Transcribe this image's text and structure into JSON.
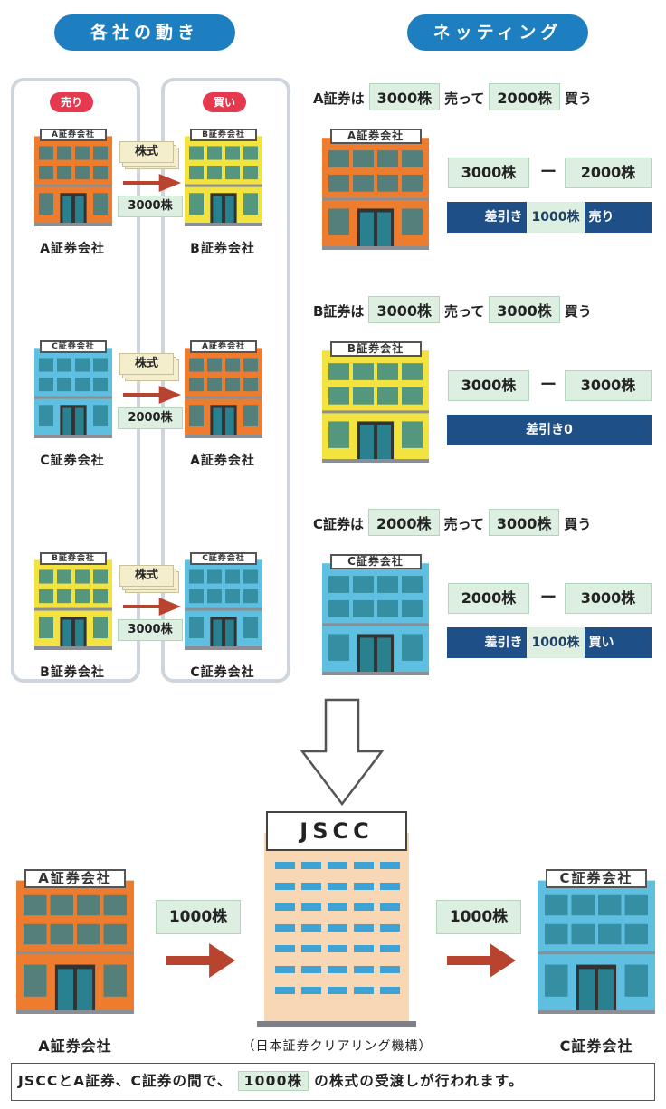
{
  "headers": {
    "left": "各社の動き",
    "right": "ネッティング"
  },
  "left_col": {
    "sell_tag": "売り",
    "buy_tag": "買い"
  },
  "moves": [
    {
      "from_sign": "A証券会社",
      "from_name": "A証券会社",
      "to_sign": "B証券会社",
      "to_name": "B証券会社",
      "paper": "株式",
      "qty": "3000株"
    },
    {
      "from_sign": "C証券会社",
      "from_name": "C証券会社",
      "to_sign": "A証券会社",
      "to_name": "A証券会社",
      "paper": "株式",
      "qty": "2000株"
    },
    {
      "from_sign": "B証券会社",
      "from_name": "B証券会社",
      "to_sign": "C証券会社",
      "to_name": "C証券会社",
      "paper": "株式",
      "qty": "3000株"
    }
  ],
  "netting": [
    {
      "who": "A証券は",
      "sell_qty": "3000株",
      "sell_word": "売って",
      "buy_qty": "2000株",
      "buy_word": "買う",
      "sign": "A証券会社",
      "lhs": "3000株",
      "minus": "ー",
      "rhs": "2000株",
      "result_pre": "差引き",
      "result_qty": "1000株",
      "result_post": "売り"
    },
    {
      "who": "B証券は",
      "sell_qty": "3000株",
      "sell_word": "売って",
      "buy_qty": "3000株",
      "buy_word": "買う",
      "sign": "B証券会社",
      "lhs": "3000株",
      "minus": "ー",
      "rhs": "3000株",
      "result_pre": "差引き0",
      "result_qty": "",
      "result_post": ""
    },
    {
      "who": "C証券は",
      "sell_qty": "2000株",
      "sell_word": "売って",
      "buy_qty": "3000株",
      "buy_word": "買う",
      "sign": "C証券会社",
      "lhs": "2000株",
      "minus": "ー",
      "rhs": "3000株",
      "result_pre": "差引き",
      "result_qty": "1000株",
      "result_post": "買い"
    }
  ],
  "bottom": {
    "left_sign": "A証券会社",
    "left_name": "A証券会社",
    "jscc_sign": "JSCC",
    "jscc_name": "（日本証券クリアリング機構）",
    "right_sign": "C証券会社",
    "right_name": "C証券会社",
    "left_qty": "1000株",
    "right_qty": "1000株"
  },
  "caption": {
    "pre": "JSCCとA証券、C証券の間で、",
    "qty": "1000株",
    "post": "の株式の受渡しが行われます。"
  },
  "colors": {
    "orange": "#ee7c2f",
    "yellow": "#f2e340",
    "blue": "#5fbfe0",
    "navy": "#1e4f86",
    "pill": "#1e7fc0",
    "red_tag": "#e53950",
    "arrow": "#b8432f",
    "label_green": "#dcefe1"
  }
}
